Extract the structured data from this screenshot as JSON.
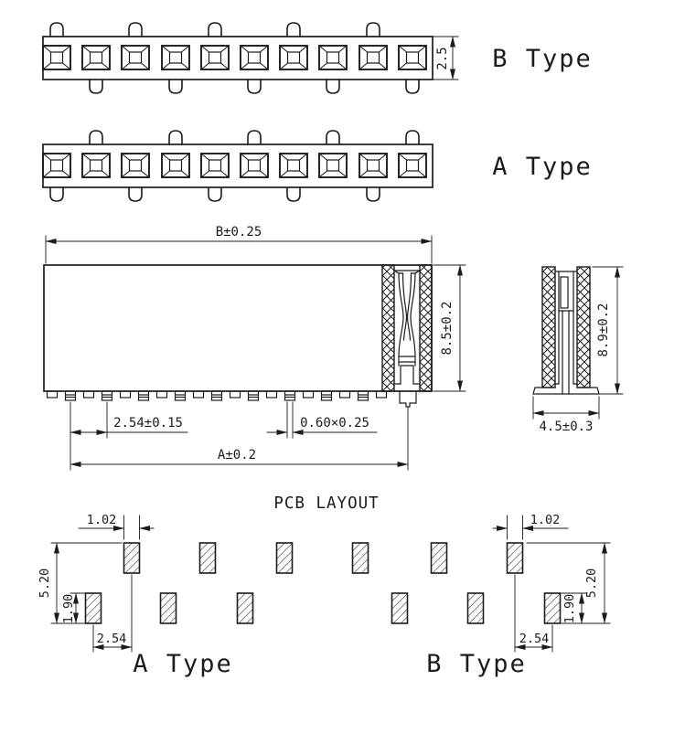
{
  "colors": {
    "ink": "#1c1c1c",
    "background": "#ffffff"
  },
  "views": {
    "top_b": {
      "label": "B Type",
      "height_dim": "2.5"
    },
    "top_a": {
      "label": "A Type"
    },
    "front": {
      "overall_width_dim": "B±0.25",
      "insulator_height_dim": "8.5±0.2",
      "pin_pitch_dim": "2.54±0.15",
      "lead_size_dim": "0.60×0.25",
      "pin_span_dim": "A±0.2"
    },
    "side": {
      "overall_height_dim": "8.9±0.2",
      "overall_width_dim": "4.5±0.3"
    },
    "pcb": {
      "title": "PCB LAYOUT",
      "a": {
        "label": "A Type",
        "pad_width": "1.02",
        "row_extent": "5.20",
        "pad_height": "1.90",
        "pad_pitch": "2.54"
      },
      "b": {
        "label": "B Type",
        "pad_width": "1.02",
        "row_extent": "5.20",
        "pad_height": "1.90",
        "pad_pitch": "2.54"
      }
    }
  }
}
